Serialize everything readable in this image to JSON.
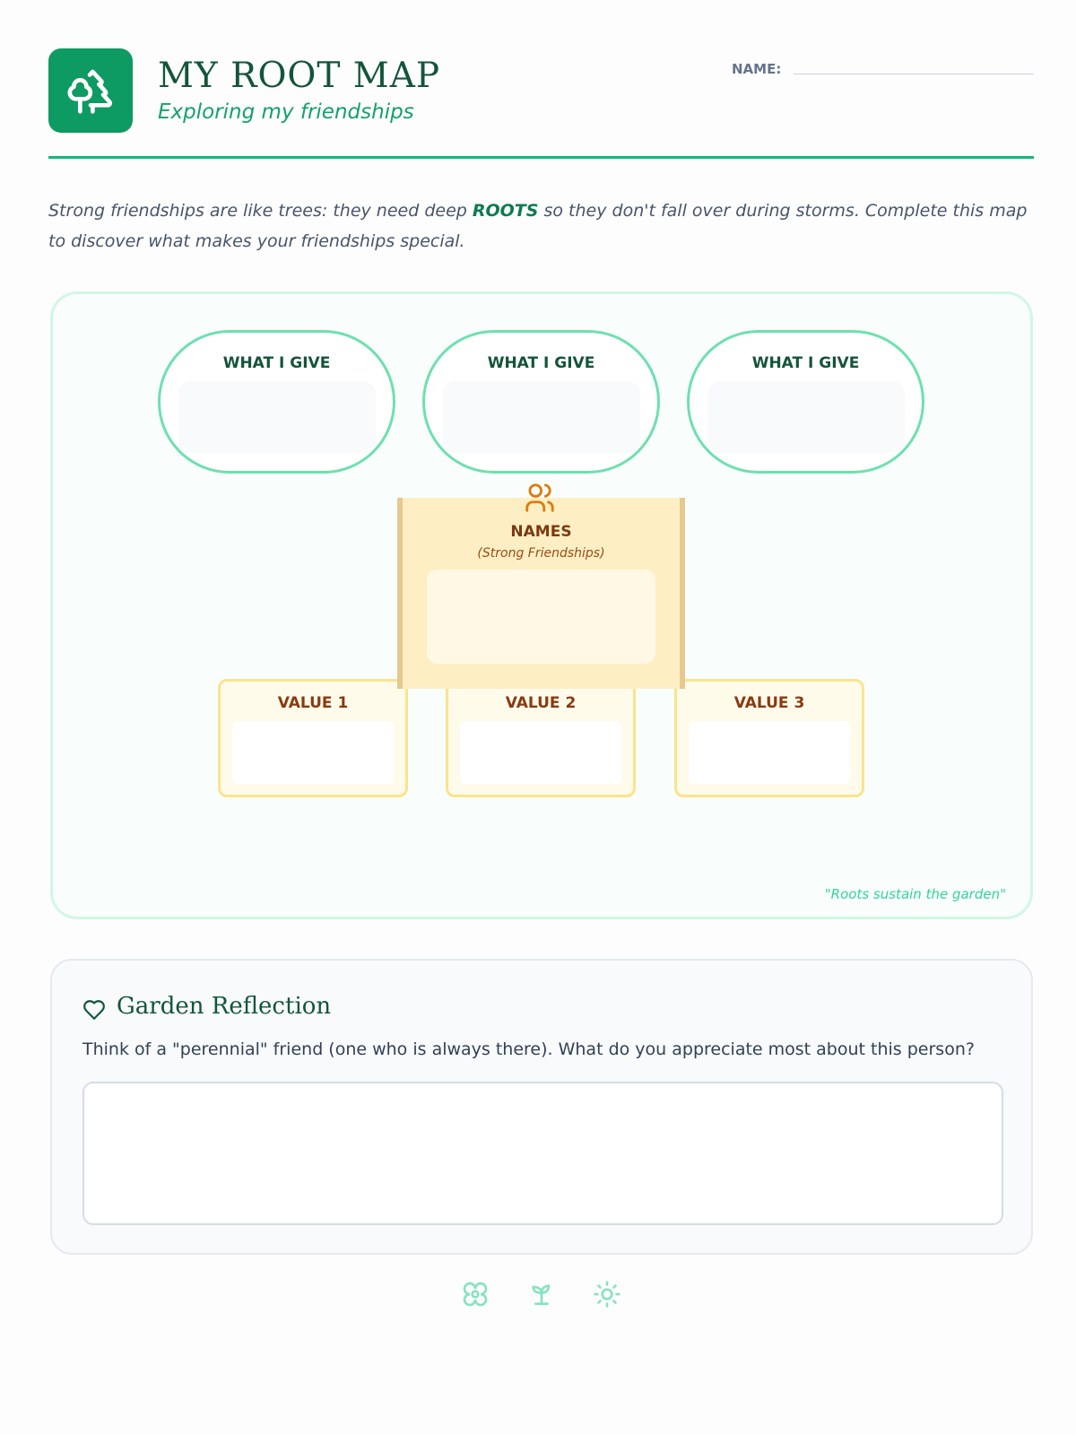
{
  "header": {
    "title": "MY ROOT MAP",
    "subtitle": "Exploring my friendships",
    "name_label": "NAME:"
  },
  "intro": {
    "before": "Strong friendships are like trees: they need deep ",
    "highlight": "ROOTS",
    "after": " so they don't fall over during storms. Complete this map to discover what makes your friendships special."
  },
  "map": {
    "gives": [
      {
        "label": "WHAT I GIVE"
      },
      {
        "label": "WHAT I GIVE"
      },
      {
        "label": "WHAT I GIVE"
      }
    ],
    "names": {
      "label": "NAMES",
      "sub": "(Strong Friendships)"
    },
    "values": [
      {
        "label": "VALUE 1"
      },
      {
        "label": "VALUE 2"
      },
      {
        "label": "VALUE 3"
      }
    ],
    "quote": "\"Roots sustain the garden\""
  },
  "reflection": {
    "title": "Garden Reflection",
    "question": "Think of a \"perennial\" friend (one who is always there). What do you appreciate most about this person?"
  },
  "footer_icons": [
    "flower-icon",
    "sprout-icon",
    "sun-icon"
  ]
}
